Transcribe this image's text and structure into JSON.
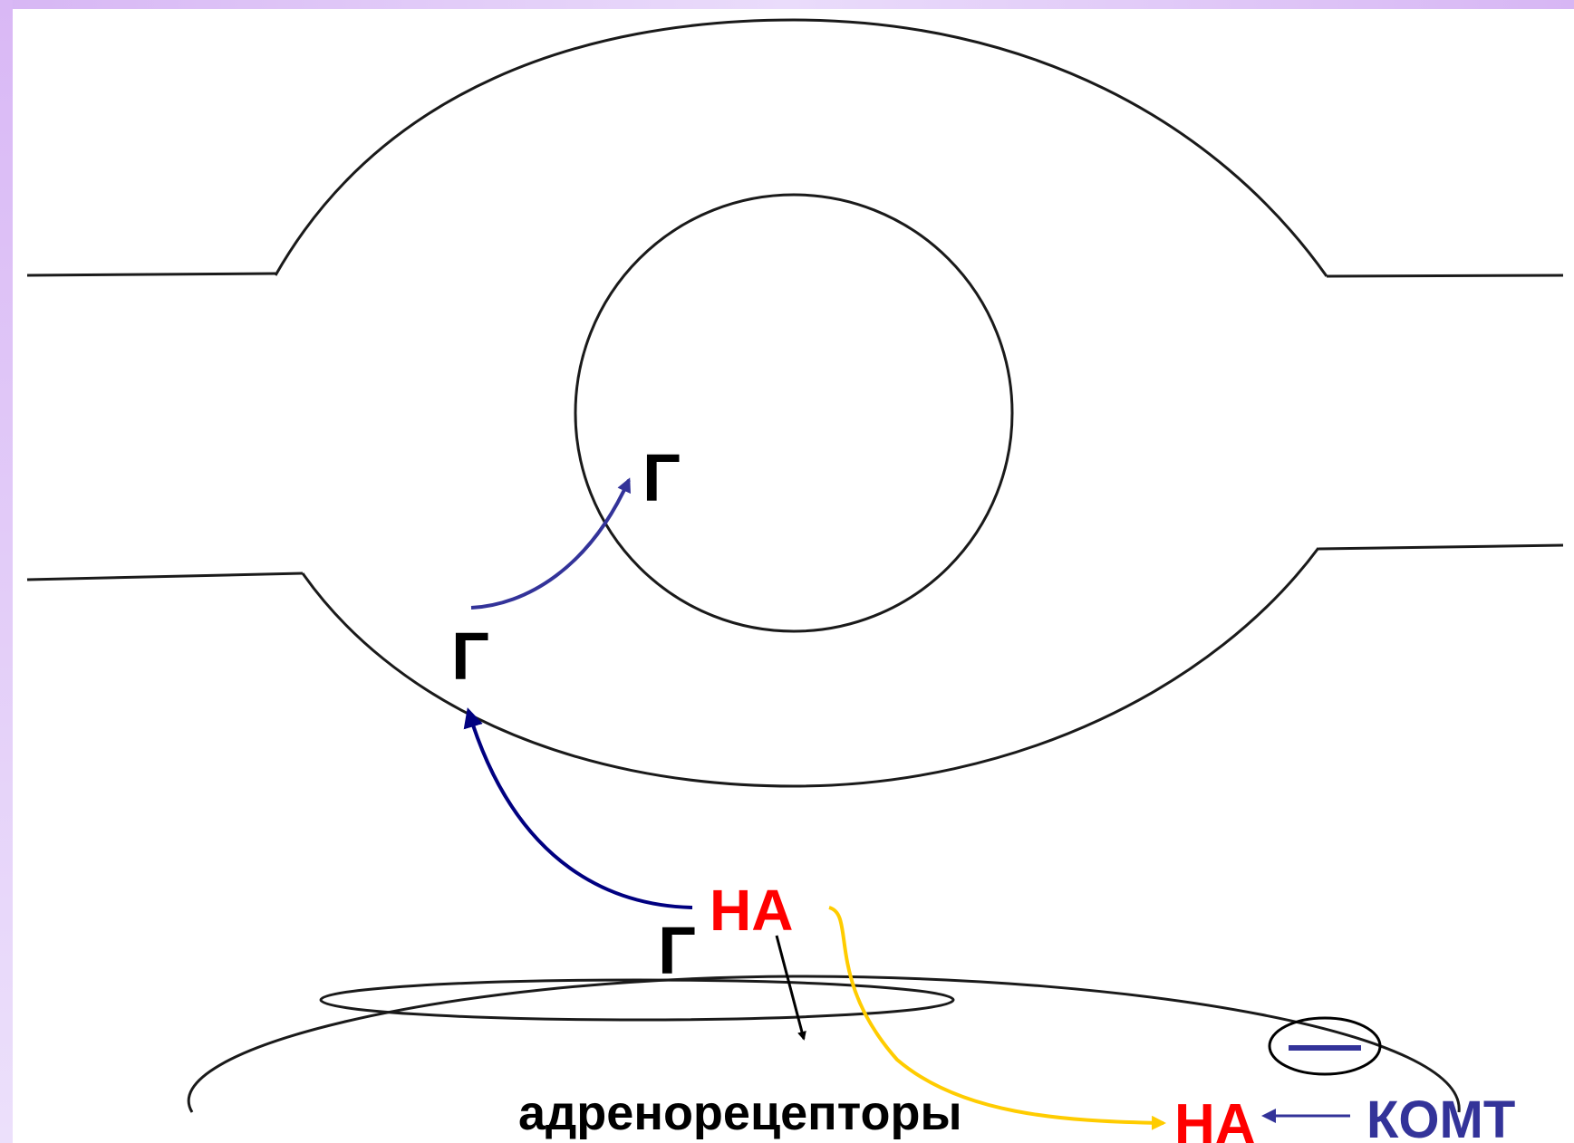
{
  "labels": {
    "g_inner": "Г",
    "g_membrane": "Г",
    "g_cleft": "Г",
    "na_release": "НА",
    "receptors": "адренорецепторы",
    "na_bottom": "НА",
    "comt": "КОМТ"
  },
  "colors": {
    "na": "#ff0000",
    "comt": "#333399",
    "dark_arrow": "#000080",
    "uptake_arrow": "#333399",
    "diffusion_arrow": "#ffcc00",
    "text": "#000000",
    "frame": "#dcc4f7"
  }
}
